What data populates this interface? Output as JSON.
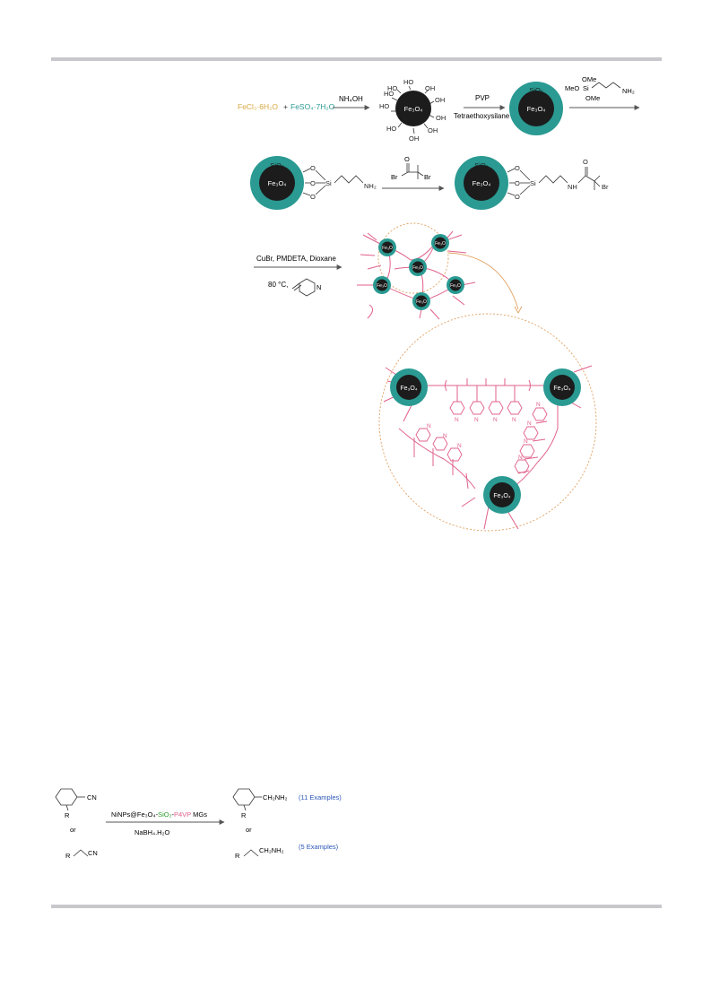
{
  "colors": {
    "shell": "#2a9a92",
    "core": "#1c1c1c",
    "polymer": "#e0608a",
    "dashed": "#e0a060",
    "arrow": "#555555",
    "fecl3": "#d8a842",
    "feso4": "#2a9a92",
    "examples": "#2a56b8",
    "sio2_label": "#2a9a2a",
    "p4vp_label": "#e0608a"
  },
  "step1": {
    "fecl3": "FeCl₃·6H₂O",
    "plus": "+",
    "feso4": "FeSO₄·7H₂O",
    "reagent": "NH₄OH",
    "oh": "OH",
    "ho": "HO",
    "core": "Fe₃O₄"
  },
  "step2": {
    "reagent_top": "PVP",
    "reagent_bottom": "Tetraethoxysilane",
    "shell": "SiO₂",
    "core": "Fe₃O₄"
  },
  "step3": {
    "ome_top": "OMe",
    "meo": "MeO",
    "si": "Si",
    "ome_bottom": "OMe",
    "nh2": "NH₂"
  },
  "step4": {
    "o": "O",
    "br_left": "Br",
    "br_right": "Br",
    "si": "Si",
    "nh2": "NH₂",
    "nh": "NH",
    "shell": "SiO₂",
    "core": "Fe₃O₄"
  },
  "step5": {
    "reagent_top": "CuBr, PMDETA, Dioxane",
    "reagent_bottom": "80 °C,",
    "n": "N",
    "core_small": "Fe₃O",
    "core": "Fe₃O₄"
  },
  "reaction": {
    "cn": "CN",
    "r": "R",
    "or": "or",
    "catalyst_a": "NiNPs@Fe₃O₄-",
    "catalyst_b": "SiO₂",
    "catalyst_c": "-",
    "catalyst_d": "P4VP",
    "catalyst_e": " MGs",
    "reductant": "NaBH₄.H₂O",
    "aryl_product": "CH₂NH₂",
    "alkyl_product": "CH₂NH₂",
    "examples_aryl": "(11 Examples)",
    "examples_alkyl": "(5 Examples)"
  }
}
